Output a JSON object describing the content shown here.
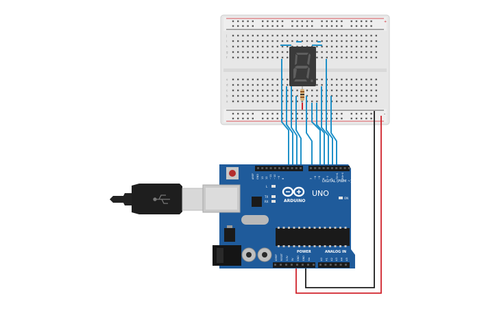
{
  "board": {
    "brand_text": "ARDUINO",
    "model_text": "UNO",
    "digital_label": "DIGITAL (PWM ~)",
    "power_label": "POWER",
    "analog_label": "ANALOG IN",
    "aref_label": "AREF",
    "gnd_label": "GND",
    "on_label": "ON",
    "l_label": "L",
    "tx_label": "TX",
    "rx_label": "RX",
    "digital_pins": [
      "13",
      "12",
      "~11",
      "~10",
      "~9",
      "8",
      "7",
      "~6",
      "~5",
      "4",
      "~3",
      "2",
      "TX→1",
      "RX←0"
    ],
    "power_pins": [
      "IOREF",
      "RESET",
      "3.3V",
      "5V",
      "GND",
      "GND",
      "Vin"
    ],
    "analog_pins": [
      "A0",
      "A1",
      "A2",
      "A3",
      "A4",
      "A5"
    ]
  },
  "display": {
    "shown_digit": "8."
  },
  "breadboard": {
    "columns": 30,
    "rows_top": [
      "j",
      "i",
      "h",
      "g",
      "f"
    ],
    "rows_bottom": [
      "e",
      "d",
      "c",
      "b",
      "a"
    ],
    "rail_plus": "+",
    "rail_minus": "-"
  },
  "colors": {
    "breadboard": "#e6e6e6",
    "arduino_blue": "#1f5b9b",
    "signal_wire": "#1e90c8",
    "power_wire": "#d0212a",
    "ground_wire": "#1a1a1a",
    "display_body": "#3a3a3a",
    "usb_cable": "#222222"
  }
}
